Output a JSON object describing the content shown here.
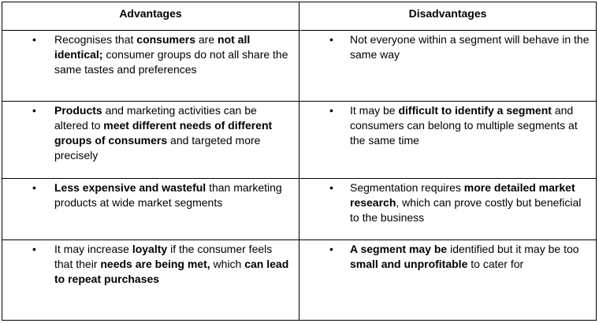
{
  "header": {
    "advantages": "Advantages",
    "disadvantages": "Disadvantages"
  },
  "bullet_glyph": "•",
  "rows": [
    {
      "advantage": [
        {
          "t": "Recognises that ",
          "b": false
        },
        {
          "t": "consumers",
          "b": true
        },
        {
          "t": " are ",
          "b": false
        },
        {
          "t": "not all identical;",
          "b": true
        },
        {
          "t": " consumer groups do not all share the same tastes and preferences",
          "b": false
        }
      ],
      "disadvantage": [
        {
          "t": "Not everyone within a segment will behave in the same way",
          "b": false
        }
      ]
    },
    {
      "advantage": [
        {
          "t": "Products",
          "b": true
        },
        {
          "t": " and marketing activities can be altered to ",
          "b": false
        },
        {
          "t": "meet different needs of different groups of consumers",
          "b": true
        },
        {
          "t": " and targeted more precisely",
          "b": false
        }
      ],
      "disadvantage": [
        {
          "t": "It may be ",
          "b": false
        },
        {
          "t": "difficult to identify a segment",
          "b": true
        },
        {
          "t": " and consumers can belong to multiple segments at the same time",
          "b": false
        }
      ]
    },
    {
      "advantage": [
        {
          "t": "Less expensive and wasteful",
          "b": true
        },
        {
          "t": " than marketing products at wide market segments",
          "b": false
        }
      ],
      "disadvantage": [
        {
          "t": "Segmentation requires ",
          "b": false
        },
        {
          "t": "more detailed  market research",
          "b": true
        },
        {
          "t": ", which can prove costly but beneficial to the business",
          "b": false
        }
      ]
    },
    {
      "advantage": [
        {
          "t": "It may increase ",
          "b": false
        },
        {
          "t": "loyalty",
          "b": true
        },
        {
          "t": " if the consumer feels that their ",
          "b": false
        },
        {
          "t": "needs are being met,",
          "b": true
        },
        {
          "t": " which ",
          "b": false
        },
        {
          "t": "can lead to repeat purchases",
          "b": true
        }
      ],
      "disadvantage": [
        {
          "t": "A segment may be",
          "b": true
        },
        {
          "t": " identified but it may be too ",
          "b": false
        },
        {
          "t": "small and unprofitable",
          "b": true
        },
        {
          "t": " to cater for",
          "b": false
        }
      ]
    }
  ]
}
